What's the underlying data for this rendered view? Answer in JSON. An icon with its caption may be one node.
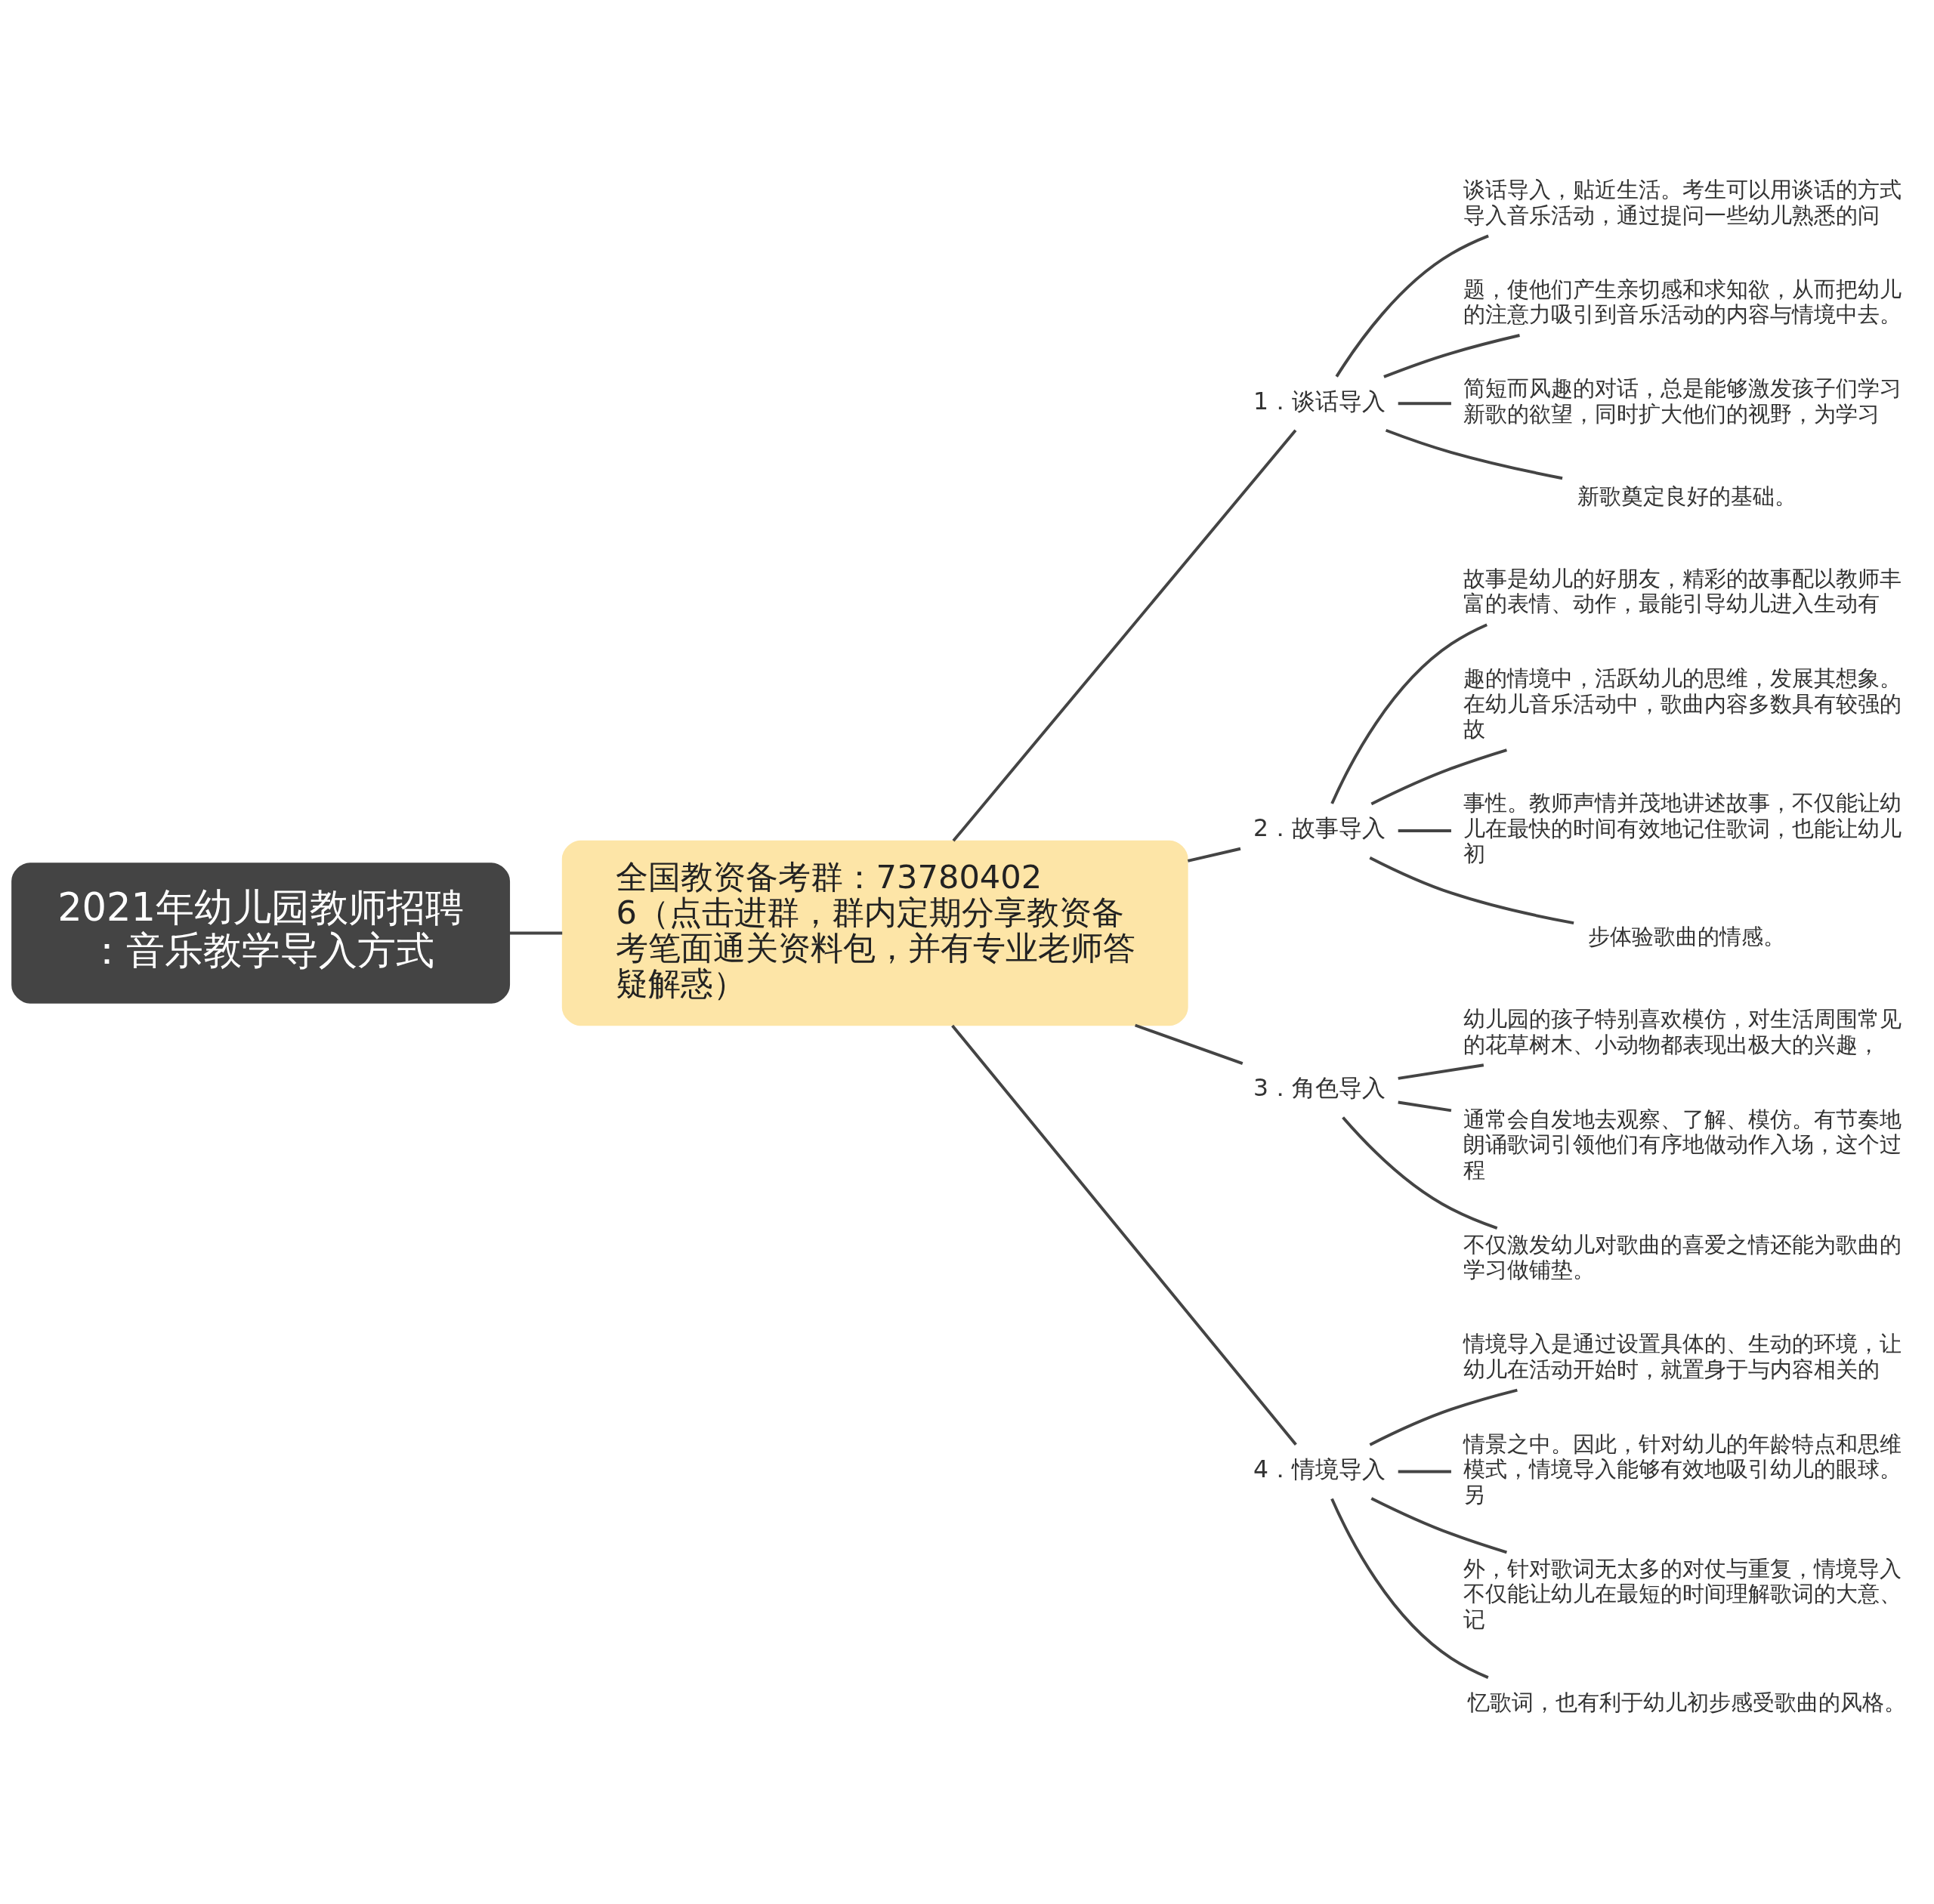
{
  "diagram": {
    "nodes": [
      {
        "text": [
          "2021年幼儿园教师招聘：音乐教学导入方式"
        ]
      },
      {
        "text": [
          "全国教资备考群：737804026（点击进群，群内定期分享教资备考笔面通关资料包，并有专业老师答疑解惑）"
        ]
      },
      {
        "text": [
          "1．谈话导入"
        ]
      },
      {
        "text": [
          "谈话导入，贴近生活。考生可以用谈话的方式导入音乐活动，通过提问一些幼儿熟悉的问"
        ]
      },
      {
        "text": [
          "题，使他们产生亲切感和求知欲，从而把幼儿的注意力吸引到音乐活动的内容与情境中去。"
        ]
      },
      {
        "text": [
          "简短而风趣的对话，总是能够激发孩子们学习新歌的欲望，同时扩大他们的视野，为学习"
        ]
      },
      {
        "text": [
          "新歌奠定良好的基础。"
        ]
      },
      {
        "text": [
          "2．故事导入"
        ]
      },
      {
        "text": [
          "故事是幼儿的好朋友，精彩的故事配以教师丰富的表情、动作，最能引导幼儿进入生动有"
        ]
      },
      {
        "text": [
          "趣的情境中，活跃幼儿的思维，发展其想象。在幼儿音乐活动中，歌曲内容多数具有较强的故"
        ]
      },
      {
        "text": [
          "事性。教师声情并茂地讲述故事，不仅能让幼儿在最快的时间有效地记住歌词，也能让幼儿初"
        ]
      },
      {
        "text": [
          "步体验歌曲的情感。"
        ]
      },
      {
        "text": [
          "3．角色导入"
        ]
      },
      {
        "text": [
          "幼儿园的孩子特别喜欢模仿，对生活周围常见的花草树木、小动物都表现出极大的兴趣，"
        ]
      },
      {
        "text": [
          "通常会自发地去观察、了解、模仿。有节奏地朗诵歌词引领他们有序地做动作入场，这个过程"
        ]
      },
      {
        "text": [
          "不仅激发幼儿对歌曲的喜爱之情还能为歌曲的学习做铺垫。"
        ]
      },
      {
        "text": [
          "4．情境导入"
        ]
      },
      {
        "text": [
          "情境导入是通过设置具体的、生动的环境，让幼儿在活动开始时，就置身于与内容相关的"
        ]
      },
      {
        "text": [
          "情景之中。因此，针对幼儿的年龄特点和思维模式，情境导入能够有效地吸引幼儿的眼球。另"
        ]
      },
      {
        "text": [
          "外，针对歌词无太多的对仗与重复，情境导入不仅能让幼儿在最短的时间理解歌词的大意、记"
        ]
      },
      {
        "text": [
          "忆歌词，也有利于幼儿初步感受歌曲的风格。"
        ]
      }
    ],
    "edges": [
      {
        "from": 0,
        "to": 1,
        "arrow": "none"
      },
      {
        "from": 1,
        "to": 2,
        "arrow": "none"
      },
      {
        "from": 2,
        "to": 3,
        "arrow": "none"
      },
      {
        "from": 2,
        "to": 4,
        "arrow": "none"
      },
      {
        "from": 2,
        "to": 5,
        "arrow": "none"
      },
      {
        "from": 2,
        "to": 6,
        "arrow": "none"
      },
      {
        "from": 1,
        "to": 7,
        "arrow": "none"
      },
      {
        "from": 7,
        "to": 8,
        "arrow": "none"
      },
      {
        "from": 7,
        "to": 9,
        "arrow": "none"
      },
      {
        "from": 7,
        "to": 10,
        "arrow": "none"
      },
      {
        "from": 7,
        "to": 11,
        "arrow": "none"
      },
      {
        "from": 1,
        "to": 12,
        "arrow": "none"
      },
      {
        "from": 12,
        "to": 13,
        "arrow": "none"
      },
      {
        "from": 12,
        "to": 14,
        "arrow": "none"
      },
      {
        "from": 12,
        "to": 15,
        "arrow": "none"
      },
      {
        "from": 1,
        "to": 16,
        "arrow": "none"
      },
      {
        "from": 16,
        "to": 17,
        "arrow": "none"
      },
      {
        "from": 16,
        "to": 18,
        "arrow": "none"
      },
      {
        "from": 16,
        "to": 19,
        "arrow": "none"
      },
      {
        "from": 16,
        "to": 20,
        "arrow": "none"
      }
    ]
  }
}
